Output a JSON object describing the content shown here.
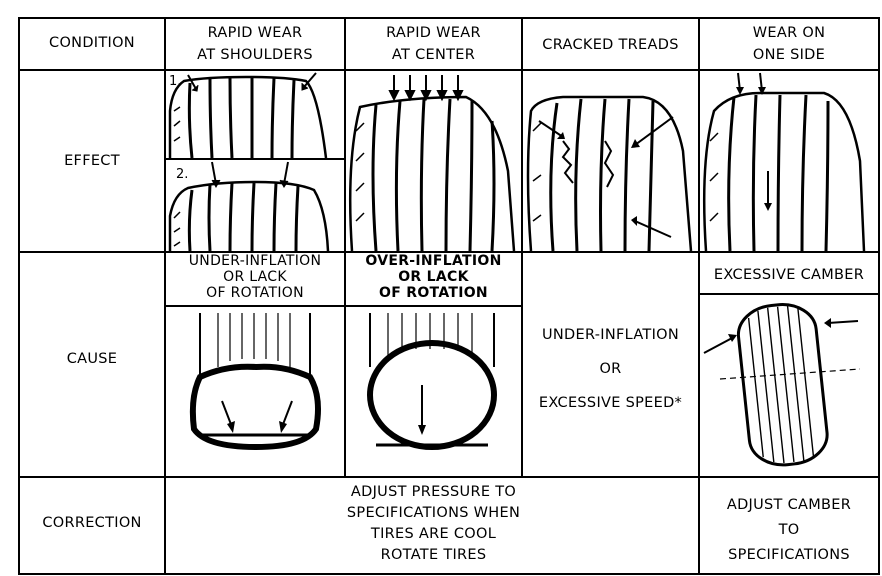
{
  "rows": {
    "condition": "CONDITION",
    "effect": "EFFECT",
    "cause": "CAUSE",
    "correction": "CORRECTION"
  },
  "conditions": {
    "shoulders": [
      "RAPID WEAR",
      "AT SHOULDERS"
    ],
    "center": [
      "RAPID WEAR",
      "AT CENTER"
    ],
    "cracked": "CRACKED TREADS",
    "one_side": [
      "WEAR ON",
      "ONE SIDE"
    ]
  },
  "effect_markers": [
    "1.",
    "2."
  ],
  "causes": {
    "under_inflation": [
      "UNDER-INFLATION",
      "OR LACK",
      "OF ROTATION"
    ],
    "over_inflation": [
      "OVER-INFLATION",
      "OR LACK",
      "OF ROTATION"
    ],
    "cracked": [
      "UNDER-INFLATION",
      "OR",
      "EXCESSIVE SPEED*"
    ],
    "camber": "EXCESSIVE CAMBER"
  },
  "corrections": {
    "pressure": [
      "ADJUST PRESSURE TO",
      "SPECIFICATIONS WHEN",
      "TIRES ARE COOL",
      "ROTATE TIRES"
    ],
    "camber": [
      "ADJUST CAMBER",
      "TO",
      "SPECIFICATIONS"
    ]
  }
}
